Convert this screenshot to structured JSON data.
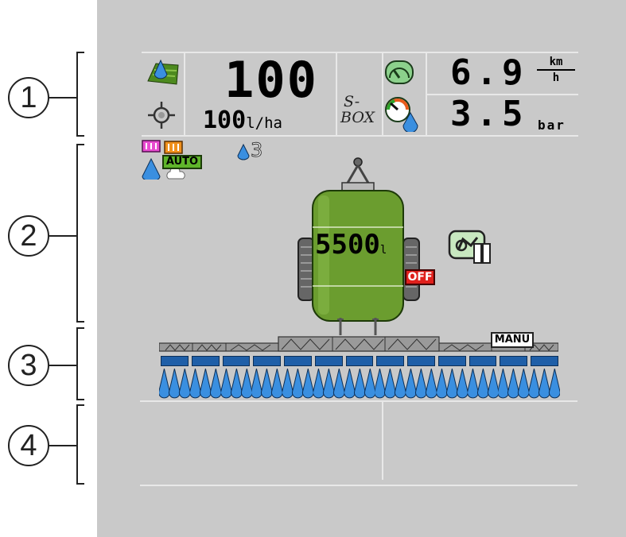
{
  "callouts": [
    "1",
    "2",
    "3",
    "4"
  ],
  "info_panel": {
    "application_rate_large": "100",
    "application_rate_target_value": "100",
    "application_rate_target_unit": "l/ha",
    "sbox_label_top": "S-",
    "sbox_label_bottom": "BOX",
    "speed_value": "6.9",
    "speed_unit_top": "km",
    "speed_unit_bottom": "h",
    "pressure_value": "3.5",
    "pressure_unit": "bar"
  },
  "status_area": {
    "auto_badge": "AUTO",
    "section_count": "3"
  },
  "tank": {
    "volume_value": "5500",
    "volume_unit": "l",
    "off_badge": "OFF"
  },
  "boom": {
    "mode_badge": "MANU",
    "section_count": 13
  },
  "colors": {
    "screen_bg": "#c9c9c9",
    "tank_green": "#6b9d2f",
    "nozzle_blue": "#3a8fe0",
    "valve_blue": "#1f5fa8",
    "off_red": "#e0201c",
    "auto_green": "#5fb52a"
  },
  "icons": [
    "field-area-icon",
    "gps-target-icon",
    "speedometer-icon",
    "pressure-gauge-icon",
    "nozzle-purple-icon",
    "nozzle-orange-icon",
    "tank-icon",
    "wheel-icon",
    "section-control-icon"
  ]
}
